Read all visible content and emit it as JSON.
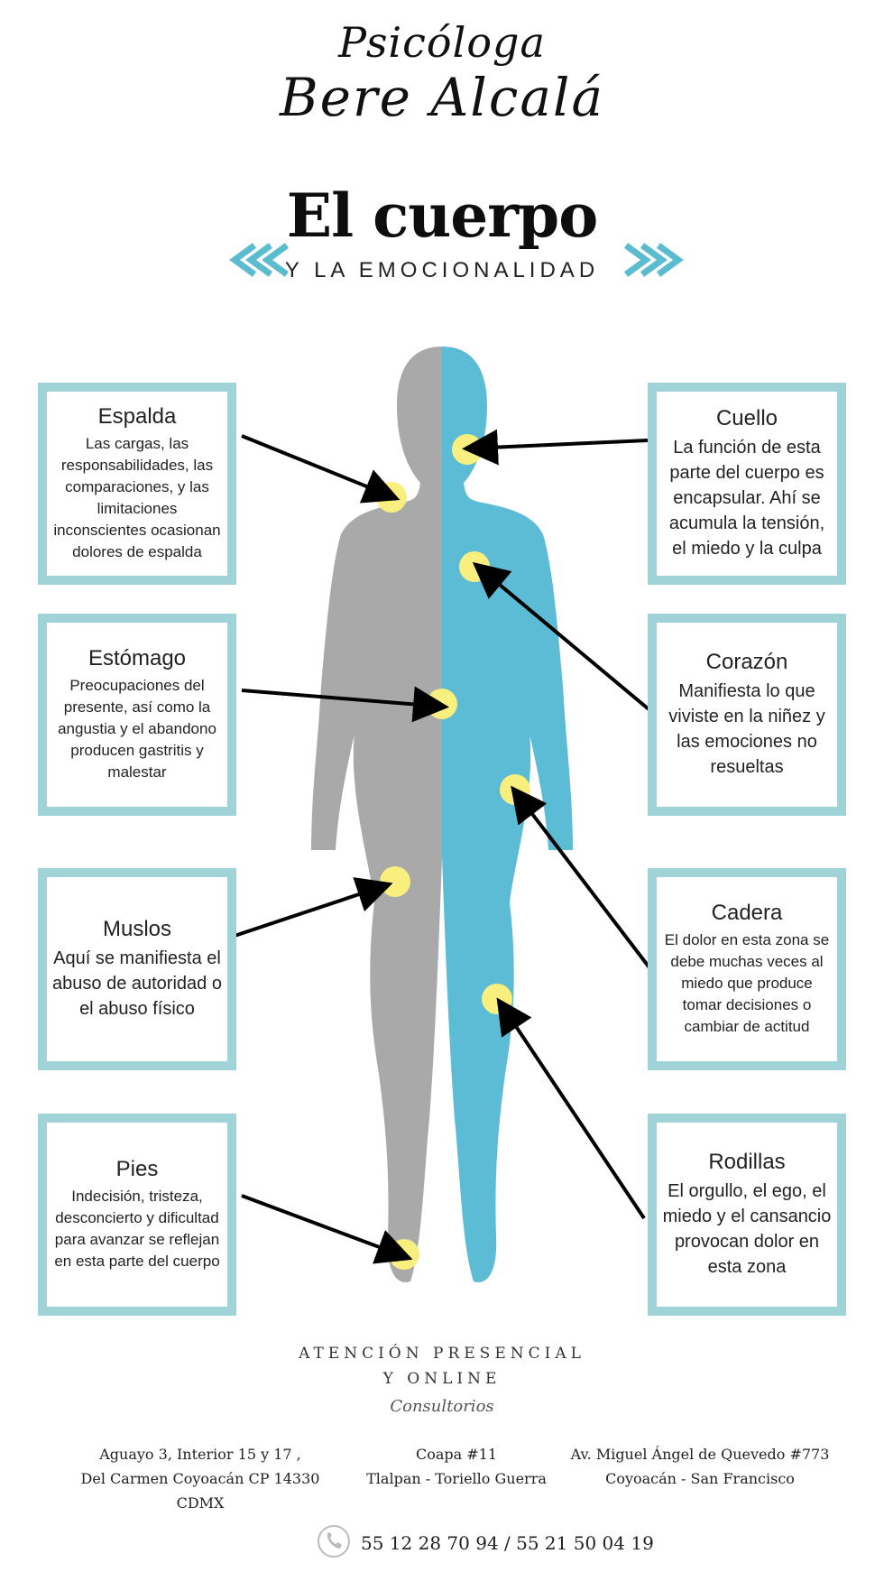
{
  "logo": {
    "line1": "Psicóloga",
    "line2": "Bere Alcalá"
  },
  "header": {
    "title": "El cuerpo",
    "subtitle": "Y LA EMOCIONALIDAD"
  },
  "colors": {
    "accent": "#9fd3d8",
    "body_gray": "#a9a9a9",
    "body_blue": "#5dbcd5",
    "dot_yellow": "#f9ef7e",
    "chevron": "#5bbcd0"
  },
  "boxes": {
    "espalda": {
      "title": "Espalda",
      "text": "Las cargas, las responsabilidades, las comparaciones, y las limitaciones inconscientes ocasionan dolores de espalda"
    },
    "estomago": {
      "title": "Estómago",
      "text": "Preocupaciones del presente, así como la angustia y el abandono producen gastritis y malestar"
    },
    "muslos": {
      "title": "Muslos",
      "text": "Aquí se manifiesta el abuso de autoridad o el abuso físico"
    },
    "pies": {
      "title": "Pies",
      "text": "Indecisión, tristeza, desconcierto y dificultad para avanzar se reflejan en esta parte del cuerpo"
    },
    "cuello": {
      "title": "Cuello",
      "text": "La función de esta parte del cuerpo es encapsular. Ahí se acumula la tensión, el miedo y la culpa"
    },
    "corazon": {
      "title": "Corazón",
      "text": "Manifiesta lo que viviste en la niñez y las emociones no resueltas"
    },
    "cadera": {
      "title": "Cadera",
      "text": "El dolor en esta zona se debe muchas veces al miedo que produce tomar decisiones o cambiar de actitud"
    },
    "rodillas": {
      "title": "Rodillas",
      "text": "El orgullo, el ego, el miedo y el cansancio provocan dolor en  esta zona"
    }
  },
  "footer": {
    "line1": "ATENCIÓN PRESENCIAL",
    "line2": "Y ONLINE",
    "line3": "Consultorios",
    "addresses": [
      {
        "l1": "Aguayo 3, Interior 15 y 17 ,",
        "l2": "Del Carmen Coyoacán CP 14330  CDMX"
      },
      {
        "l1": "Coapa #11",
        "l2": "Tlalpan - Toriello Guerra"
      },
      {
        "l1": "Av. Miguel Ángel de Quevedo #773",
        "l2": "Coyoacán - San Francisco"
      }
    ],
    "phone": "55 12 28 70 94 / 55 21 50 04 19"
  }
}
